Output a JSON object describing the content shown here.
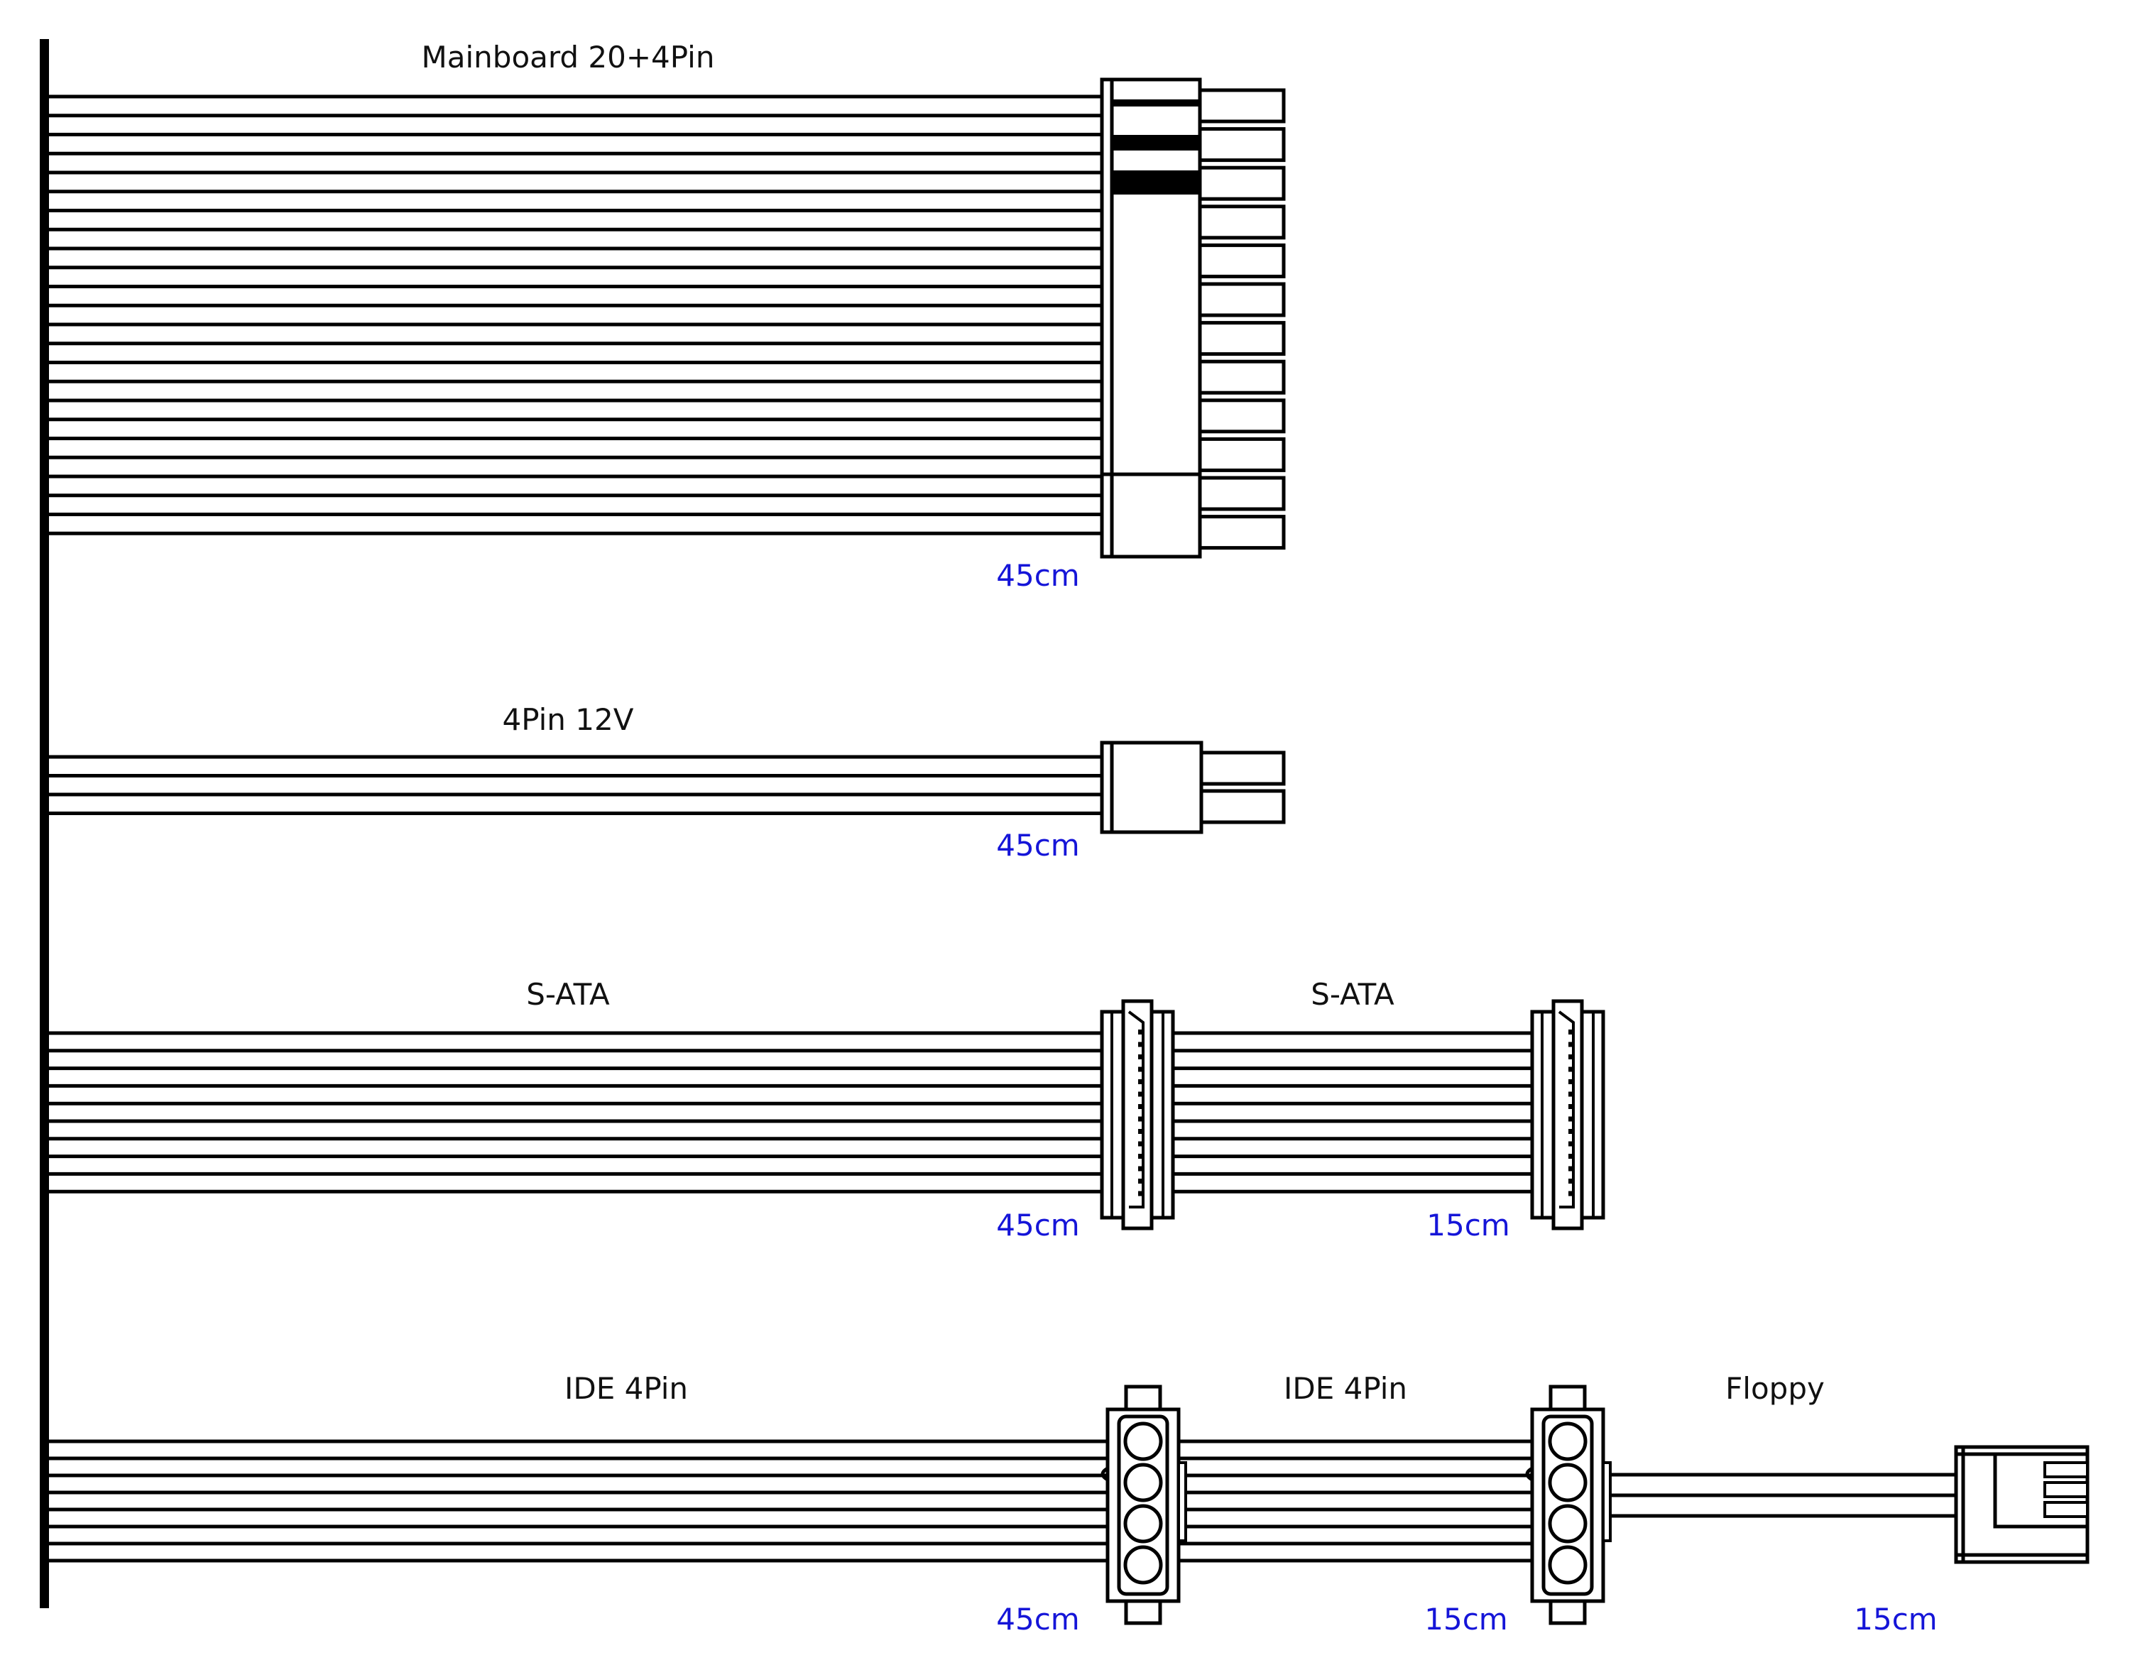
{
  "colors": {
    "line": "#000000",
    "length_label": "#1515d8",
    "background": "#ffffff"
  },
  "cables": [
    {
      "id": "mainboard",
      "label": "Mainboard 20+4Pin",
      "segments": [
        {
          "connector": "atx-24pin",
          "length": "45cm"
        }
      ]
    },
    {
      "id": "cpu-12v",
      "label": "4Pin 12V",
      "segments": [
        {
          "connector": "atx-4pin-12v",
          "length": "45cm"
        }
      ]
    },
    {
      "id": "sata",
      "labels": [
        "S-ATA",
        "S-ATA"
      ],
      "segments": [
        {
          "connector": "sata-power",
          "length": "45cm"
        },
        {
          "connector": "sata-power",
          "length": "15cm"
        }
      ]
    },
    {
      "id": "ide",
      "labels": [
        "IDE 4Pin",
        "IDE 4Pin",
        "Floppy"
      ],
      "segments": [
        {
          "connector": "molex-4pin",
          "length": "45cm"
        },
        {
          "connector": "molex-4pin",
          "length": "15cm"
        },
        {
          "connector": "floppy-4pin",
          "length": "15cm"
        }
      ]
    }
  ]
}
